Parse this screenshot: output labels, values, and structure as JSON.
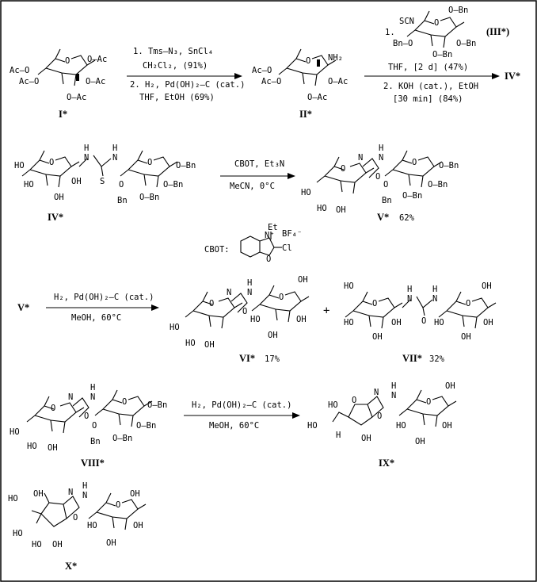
{
  "compounds": {
    "I": "I*",
    "II": "II*",
    "III": "(III*)",
    "IV": "IV*",
    "V": "V*",
    "VI": "VI*",
    "VII": "VII*",
    "VIII": "VIII*",
    "IX": "IX*",
    "X": "X*"
  },
  "atoms": {
    "OAc": "O–Ac",
    "AcO": "Ac–O",
    "NH2": "NH₂",
    "SCN": "SCN",
    "O": "O",
    "N": "N",
    "H": "H",
    "S": "S",
    "OBn": "O–Bn",
    "BnO": "Bn–O",
    "Bn": "Bn",
    "OH": "OH",
    "HO": "HO",
    "Cl": "Cl",
    "Et": "Et",
    "BF4": "BF₄⁻",
    "Nplus": "N⁺"
  },
  "reactions": {
    "r1": {
      "line1": "1. Tms–N₃, SnCl₄",
      "line2": "CH₂Cl₂, (91%)",
      "line3": "2. H₂, Pd(OH)₂–C (cat.)",
      "line4": "THF, EtOH (69%)"
    },
    "r2": {
      "step": "1.",
      "line1": "THF, [2 d] (47%)",
      "line2": "2. KOH (cat.), EtOH",
      "line3": "[30 min] (84%)"
    },
    "r3": {
      "line1": "CBOT, Et₃N",
      "line2": "MeCN, 0°C"
    },
    "r4": {
      "line1": "H₂, Pd(OH)₂–C (cat.)",
      "line2": "MeOH, 60°C"
    },
    "r5": {
      "line1": "H₂, Pd(OH)₂–C (cat.)",
      "line2": "MeOH, 60°C"
    }
  },
  "yields": {
    "V": "62%",
    "VI": "17%",
    "VII": "32%"
  },
  "cbot_label": "CBOT:",
  "plus_sign": "+"
}
